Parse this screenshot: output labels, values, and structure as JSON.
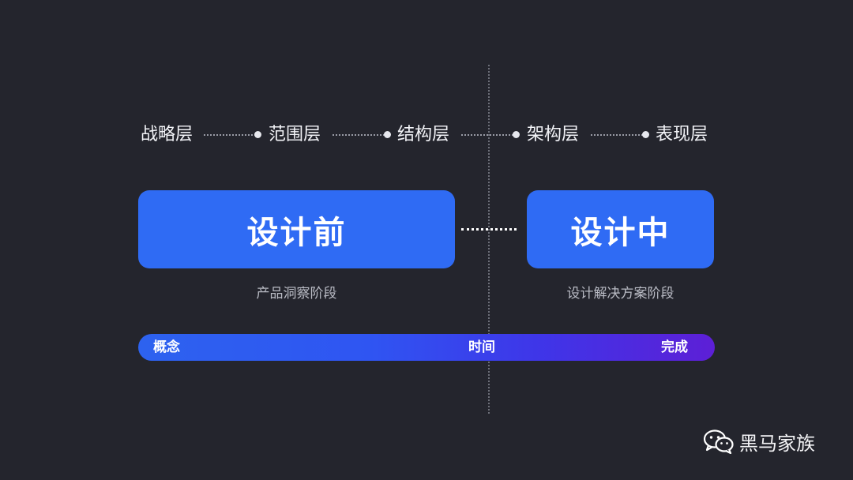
{
  "layers": [
    {
      "label": "战略层"
    },
    {
      "label": "范围层"
    },
    {
      "label": "结构层"
    },
    {
      "label": "架构层"
    },
    {
      "label": "表现层"
    }
  ],
  "stages": [
    {
      "title": "设计前",
      "description": "产品洞察阶段"
    },
    {
      "title": "设计中",
      "description": "设计解决方案阶段"
    }
  ],
  "timeline": {
    "start_label": "概念",
    "middle_label": "时间",
    "end_label": "完成"
  },
  "brand": {
    "icon": "wechat-icon",
    "name": "黑马家族"
  },
  "colors": {
    "background": "#24252d",
    "stage_box": "#2f6bf4",
    "timeline_start": "#2d62ef",
    "timeline_end": "#5d1fd6"
  }
}
